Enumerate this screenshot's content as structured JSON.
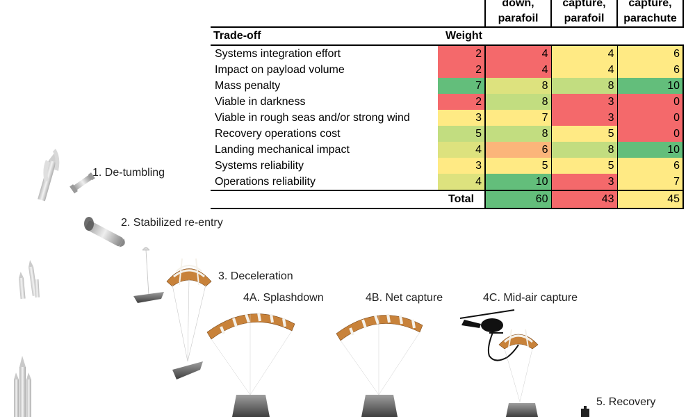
{
  "table": {
    "col_name_header": "Trade-off",
    "col_weight_header": "Weight",
    "option_headers": [
      "down, parafoil",
      "capture, parafoil",
      "capture, parachute"
    ],
    "rows": [
      {
        "name": "Systems integration effort",
        "weight": 2,
        "scores": [
          4,
          4,
          6
        ]
      },
      {
        "name": "Impact on payload volume",
        "weight": 2,
        "scores": [
          4,
          4,
          6
        ]
      },
      {
        "name": "Mass penalty",
        "weight": 7,
        "scores": [
          8,
          8,
          10
        ]
      },
      {
        "name": "Viable in darkness",
        "weight": 2,
        "scores": [
          8,
          3,
          0
        ]
      },
      {
        "name": "Viable in rough seas and/or strong wind",
        "weight": 3,
        "scores": [
          7,
          3,
          0
        ]
      },
      {
        "name": "Recovery operations cost",
        "weight": 5,
        "scores": [
          8,
          5,
          0
        ]
      },
      {
        "name": "Landing mechanical impact",
        "weight": 4,
        "scores": [
          6,
          8,
          10
        ]
      },
      {
        "name": "Systems reliability",
        "weight": 3,
        "scores": [
          5,
          5,
          6
        ]
      },
      {
        "name": "Operations reliability",
        "weight": 4,
        "scores": [
          10,
          3,
          7
        ]
      }
    ],
    "total_label": "Total",
    "totals": [
      60,
      43,
      45
    ],
    "colors": {
      "red": "#f4696b",
      "orange": "#fbb57a",
      "yellow": "#ffea84",
      "yellow_green": "#dde27e",
      "light_green": "#c2dd80",
      "green": "#63be7b"
    }
  },
  "stages": {
    "detumbling": "1. De-tumbling",
    "reentry": "2. Stabilized re-entry",
    "deceleration": "3. Deceleration",
    "splashdown": "4A. Splashdown",
    "net_capture": "4B. Net capture",
    "midair_capture": "4C. Mid-air capture",
    "recovery": "5. Recovery"
  },
  "colors": {
    "canopy_orange": "#c8823a",
    "canopy_white": "#f4f1ea",
    "canopy_edge": "#7a4a1c",
    "vehicle_gray": "#6a6a6a",
    "line_gray": "#bdbdbd",
    "helicopter": "#111111"
  }
}
